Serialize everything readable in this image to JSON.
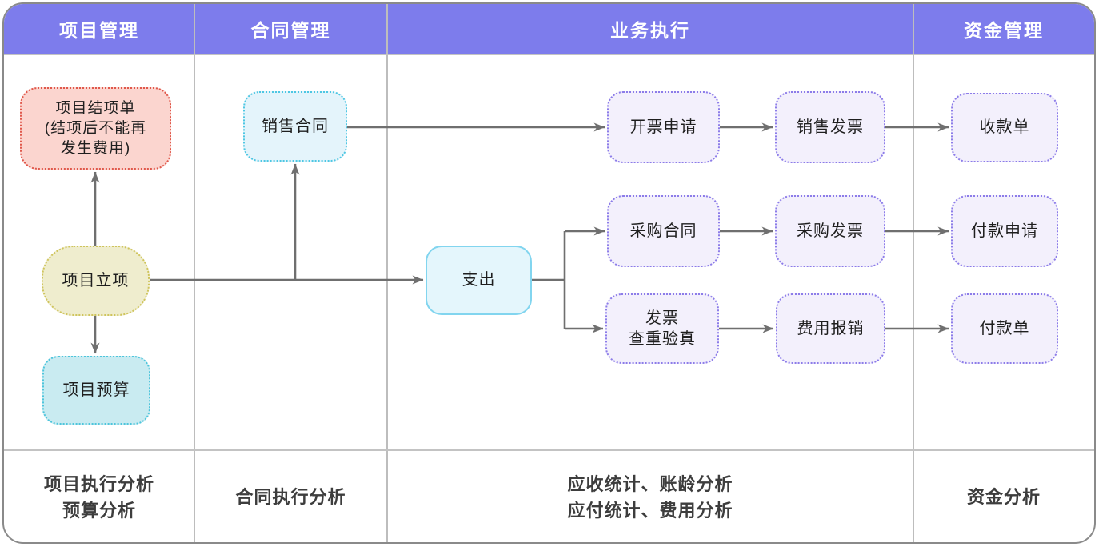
{
  "columns": [
    {
      "header": "项目管理",
      "footer": "项目执行分析\n预算分析"
    },
    {
      "header": "合同管理",
      "footer": "合同执行分析"
    },
    {
      "header": "业务执行",
      "footer": "应收统计、账龄分析\n应付统计、费用分析"
    },
    {
      "header": "资金管理",
      "footer": "资金分析"
    }
  ],
  "nodes": {
    "project_closure": {
      "label": "项目结项单\n(结项后不能再\n发生费用)"
    },
    "project_initiation": {
      "label": "项目立项"
    },
    "project_budget": {
      "label": "项目预算"
    },
    "sales_contract": {
      "label": "销售合同"
    },
    "expense": {
      "label": "支出"
    },
    "invoice_request": {
      "label": "开票申请"
    },
    "purchase_contract": {
      "label": "采购合同"
    },
    "invoice_check": {
      "label": "发票\n查重验真"
    },
    "sales_invoice": {
      "label": "销售发票"
    },
    "purchase_invoice": {
      "label": "采购发票"
    },
    "expense_reimbursement": {
      "label": "费用报销"
    },
    "receipt_note": {
      "label": "收款单"
    },
    "payment_request": {
      "label": "付款申请"
    },
    "payment_note": {
      "label": "付款单"
    }
  },
  "colors": {
    "header_bg": "#7d7cec",
    "header_text": "#ffffff",
    "frame_border": "#8a8a8a",
    "divider": "#bdbdbd",
    "arrow": "#6f6f6f",
    "node_pink_fill": "#fbd5cf",
    "node_pink_border": "#e0584b",
    "node_olive_fill": "#efedce",
    "node_olive_border": "#cfc45c",
    "node_cyan_fill": "#c9ebf1",
    "node_cyan_border": "#4ec5dc",
    "node_blue_fill": "#e4f6fc",
    "node_blue_border": "#82d5ef",
    "node_lavender_fill": "#f3f0fc",
    "node_lavender_border": "#8c7ce9",
    "footer_text": "#3d3d3d"
  }
}
